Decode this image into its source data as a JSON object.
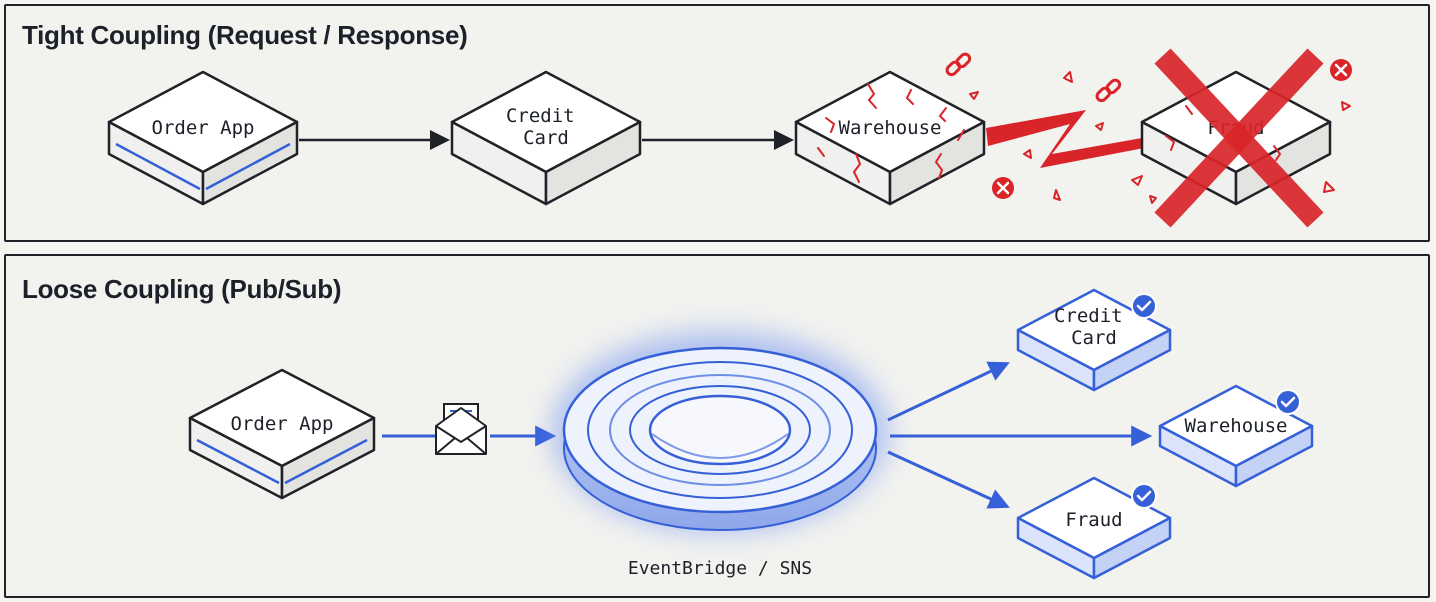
{
  "tight": {
    "title": "Tight Coupling (Request / Response)",
    "nodes": [
      "Order App",
      "Credit Card",
      "Warehouse",
      "Fraud"
    ],
    "failure_icon": "error-x-icon",
    "broken_link_icon": "broken-chain-icon"
  },
  "loose": {
    "title": "Loose Coupling (Pub/Sub)",
    "publisher": "Order App",
    "message_icon": "envelope-icon",
    "bus_label": "EventBridge / SNS",
    "subscribers": [
      "Credit Card",
      "Warehouse",
      "Fraud"
    ],
    "success_icon": "check-circle-icon"
  },
  "colors": {
    "ink": "#1f2328",
    "blue": "#3560d8",
    "red": "#d9252a",
    "panel_bg": "#f2f2ef"
  }
}
